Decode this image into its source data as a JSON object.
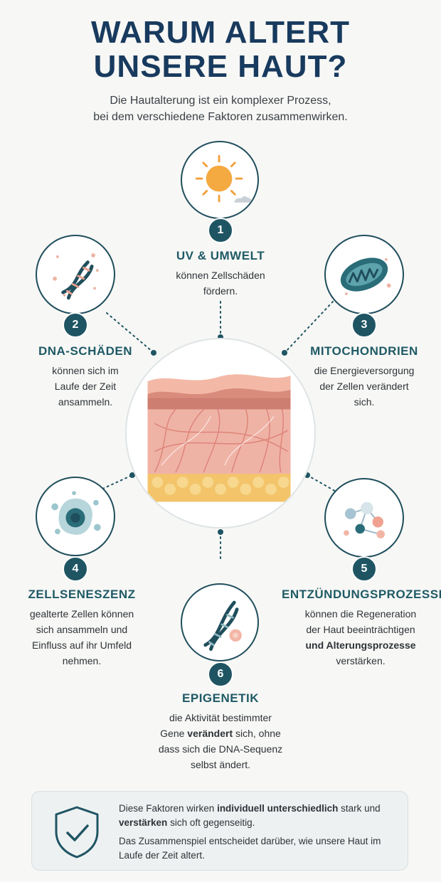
{
  "title": {
    "line1": "WARUM ALTERT",
    "line2": "UNSERE HAUT?"
  },
  "subtitle": {
    "line1": "Die Hautalterung ist ein komplexer Prozess,",
    "line2": "bei dem verschiedene Faktoren zusammenwirken."
  },
  "colors": {
    "primary": "#183a5e",
    "teal": "#1f5563",
    "accent": "#f2a03d",
    "skin": "#e8a08e"
  },
  "factors": [
    {
      "number": "1",
      "icon": "sun-icon",
      "title": "UV & UMWELT",
      "lines": [
        {
          "a": "können Zellschäden"
        },
        {
          "a": "fördern."
        }
      ]
    },
    {
      "number": "2",
      "icon": "dna-icon",
      "title": "DNA-SCHÄDEN",
      "lines": [
        {
          "a": "können sich im"
        },
        {
          "a": "Laufe der Zeit"
        },
        {
          "a": "ansammeln."
        }
      ]
    },
    {
      "number": "3",
      "icon": "mitochondria-icon",
      "title": "MITOCHONDRIEN",
      "lines": [
        {
          "a": "die Energieversorgung"
        },
        {
          "a": "der Zellen verändert"
        },
        {
          "a": "sich."
        }
      ]
    },
    {
      "number": "4",
      "icon": "senescent-cell-icon",
      "title": "ZELLSENESZENZ",
      "lines": [
        {
          "a": "gealterte Zellen können"
        },
        {
          "a": "sich ansammeln und"
        },
        {
          "a": "Einfluss auf ihr Umfeld"
        },
        {
          "a": "nehmen."
        }
      ]
    },
    {
      "number": "5",
      "icon": "inflammation-icon",
      "title": "ENTZÜNDUNGSPROZESSE",
      "lines": [
        {
          "a": "können die Regeneration"
        },
        {
          "a": "der Haut beeinträchtigen"
        },
        {
          "a": "",
          "b": "und Alterungsprozesse",
          "c": ""
        },
        {
          "a": "verstärken."
        }
      ]
    },
    {
      "number": "6",
      "icon": "dna-strand-icon",
      "title": "EPIGENETIK",
      "lines": [
        {
          "a": "die Aktivität bestimmter"
        },
        {
          "a": "Gene ",
          "b": "verändert",
          "c": " sich, ohne"
        },
        {
          "a": "dass sich die DNA-Sequenz"
        },
        {
          "a": "selbst ändert."
        }
      ]
    }
  ],
  "center_image": {
    "icon": "skin-cross-section-icon"
  },
  "footer": {
    "icon": "shield-check-icon",
    "p1": {
      "a": "Diese Faktoren wirken ",
      "b": "individuell unterschiedlich",
      "c": " stark und ",
      "d": "verstärken",
      "e": " sich oft gegenseitig."
    },
    "p2": "Das Zusammenspiel entscheidet darüber, wie unsere Haut im Laufe der Zeit altert."
  }
}
